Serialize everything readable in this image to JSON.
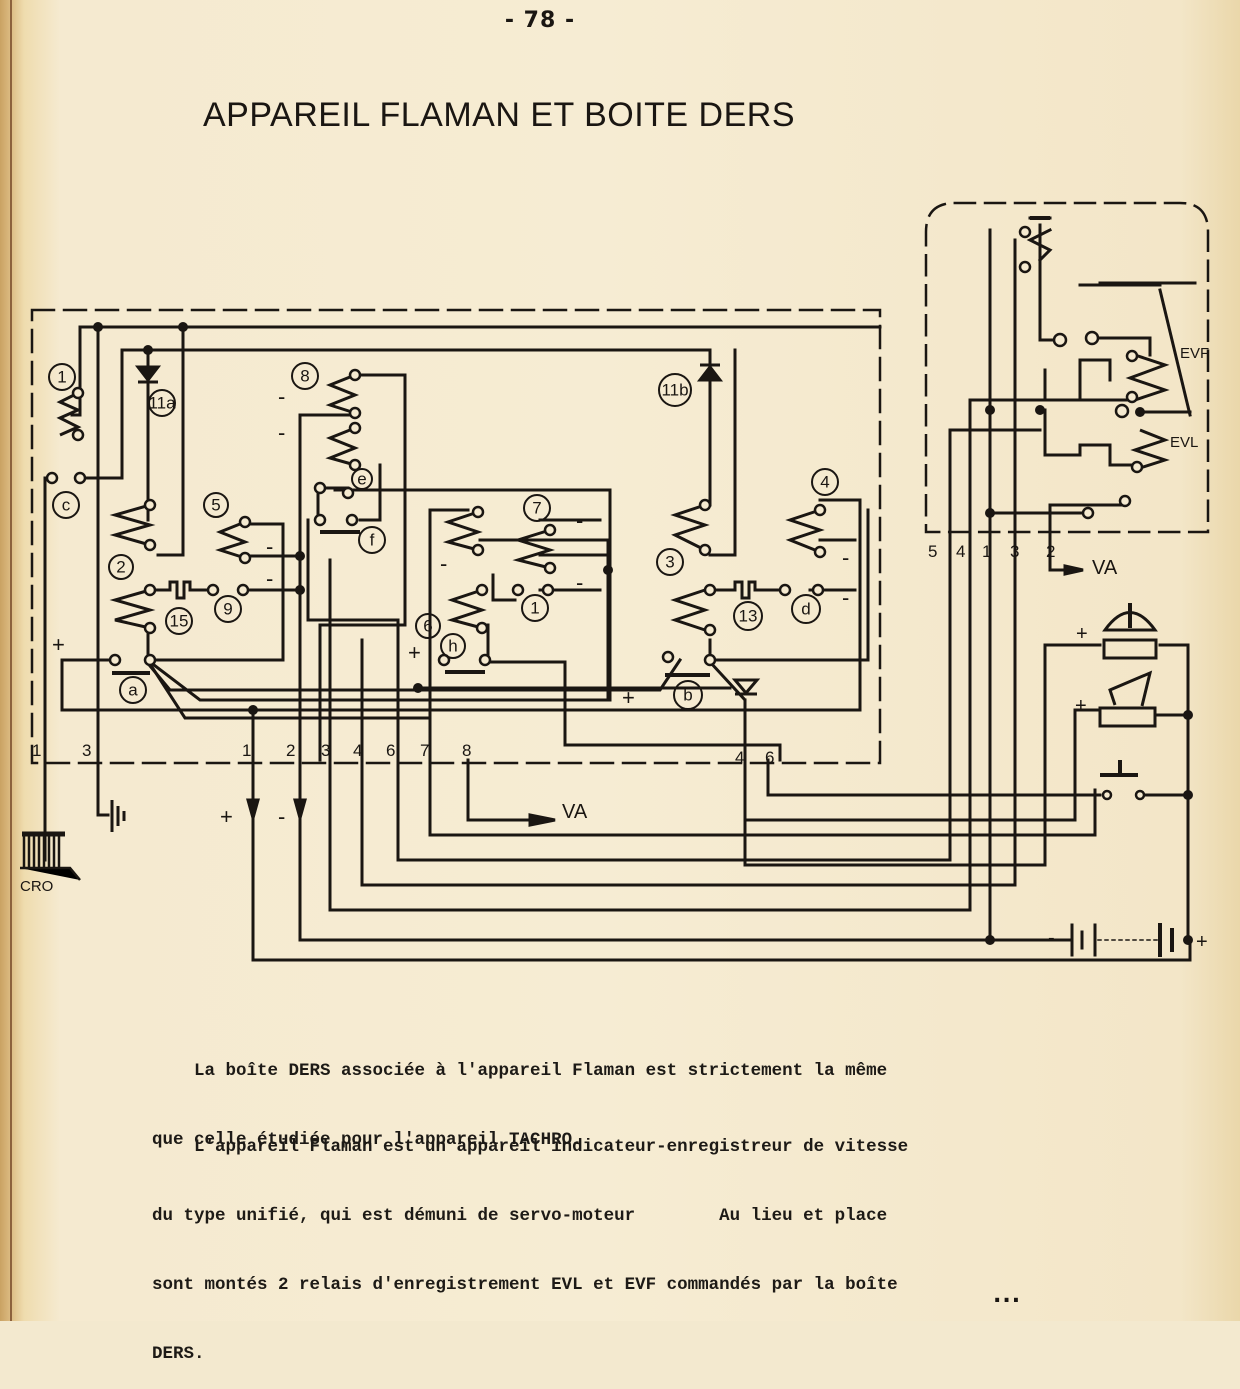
{
  "page": {
    "number": "- 78 -",
    "title": "APPAREIL FLAMAN ET BOITE DERS",
    "continuation_mark": "..."
  },
  "diagram": {
    "title": "APPAREIL FLAMAN ET BOITE DERS",
    "relay_labels": [
      "1",
      "2",
      "3",
      "4",
      "5",
      "6",
      "7",
      "8"
    ],
    "contact_labels": [
      "a",
      "b",
      "c",
      "d",
      "e",
      "f",
      "h",
      "1",
      "9"
    ],
    "diode_labels": [
      "11a",
      "11b"
    ],
    "resistor_labels": [
      "15",
      "13"
    ],
    "right_box_labels": [
      "EVF",
      "EVL"
    ],
    "right_box_terminals": [
      "5",
      "4",
      "1",
      "3",
      "2"
    ],
    "main_box_terminals_left": [
      "1",
      "3"
    ],
    "main_box_terminals_bottom": [
      "1",
      "2",
      "3",
      "4",
      "6",
      "7",
      "8"
    ],
    "main_box_terminals_right": [
      "4",
      "6"
    ],
    "va_label": "VA",
    "cro_label": "CRO",
    "plus": "+",
    "minus": "-"
  },
  "text": {
    "paragraph1": [
      "    La boîte DERS associée à l'appareil Flaman est strictement la même",
      "que celle étudiée pour l'appareil TACHRO."
    ],
    "paragraph2": [
      "    L'appareil Flaman est un appareil indicateur-enregistreur de vitesse",
      "du type unifié, qui est démuni de servo-moteur        Au lieu et place",
      "sont montés 2 relais d'enregistrement EVL et EVF commandés par la boîte",
      "DERS."
    ]
  }
}
